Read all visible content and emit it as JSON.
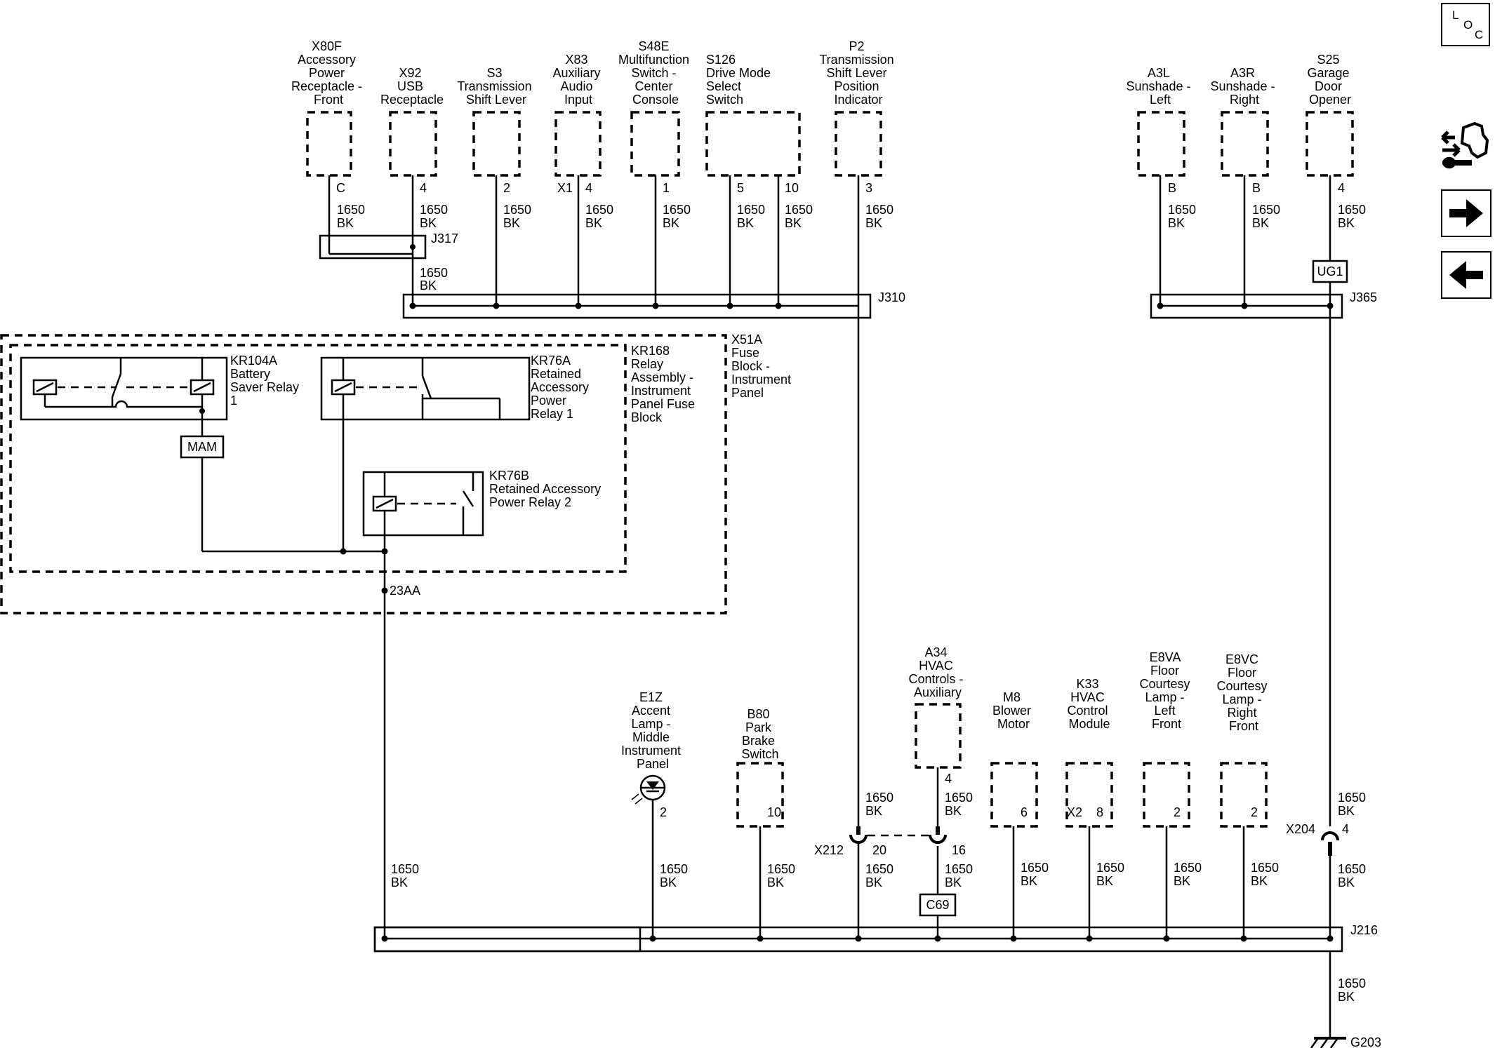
{
  "top_components": [
    {
      "id": "x80f",
      "lines": [
        "X80F",
        "Accessory",
        "Power",
        "Receptacle -",
        "Front"
      ],
      "pin": "C",
      "wire": [
        "1650",
        "BK"
      ]
    },
    {
      "id": "x92",
      "lines": [
        "X92",
        "USB",
        "Receptacle"
      ],
      "pin": "4",
      "wire": [
        "1650",
        "BK"
      ]
    },
    {
      "id": "s3",
      "lines": [
        "S3",
        "Transmission",
        "Shift Lever"
      ],
      "pin": "2",
      "wire": [
        "1650",
        "BK"
      ]
    },
    {
      "id": "x83",
      "lines": [
        "X83",
        "Auxiliary",
        "Audio",
        "Input"
      ],
      "conn": "X1",
      "pin": "4",
      "wire": [
        "1650",
        "BK"
      ]
    },
    {
      "id": "s48e",
      "lines": [
        "S48E",
        "Multifunction",
        "Switch -",
        "Center",
        "Console"
      ],
      "pin": "1",
      "wire": [
        "1650",
        "BK"
      ]
    },
    {
      "id": "s126",
      "lines": [
        "S126",
        "Drive Mode",
        "Select",
        "Switch"
      ],
      "pin": "5",
      "pin2": "10",
      "wire": [
        "1650",
        "BK"
      ],
      "wire2": [
        "1650",
        "BK"
      ]
    },
    {
      "id": "p2",
      "lines": [
        "P2",
        "Transmission",
        "Shift Lever",
        "Position",
        "Indicator"
      ],
      "pin": "3",
      "wire": [
        "1650",
        "BK"
      ]
    },
    {
      "id": "a3l",
      "lines": [
        "A3L",
        "Sunshade -",
        "Left"
      ],
      "pin": "B",
      "wire": [
        "1650",
        "BK"
      ]
    },
    {
      "id": "a3r",
      "lines": [
        "A3R",
        "Sunshade -",
        "Right"
      ],
      "pin": "B",
      "wire": [
        "1650",
        "BK"
      ]
    },
    {
      "id": "s25",
      "lines": [
        "S25",
        "Garage",
        "Door",
        "Opener"
      ],
      "pin": "4",
      "wire": [
        "1650",
        "BK"
      ]
    }
  ],
  "splices": {
    "j317": "J317",
    "j310": "J310",
    "j365": "J365",
    "j216": "J216"
  },
  "j317_out_wire": [
    "1650",
    "BK"
  ],
  "ug1": "UG1",
  "mam": "MAM",
  "c69": "C69",
  "fuse_block": {
    "lines": [
      "X51A",
      "Fuse",
      "Block -",
      "Instrument",
      "Panel"
    ]
  },
  "relay_assembly": {
    "lines": [
      "KR168",
      "Relay",
      "Assembly -",
      "Instrument",
      "Panel Fuse",
      "Block"
    ]
  },
  "relays": [
    {
      "id": "kr104a",
      "lines": [
        "KR104A",
        "Battery",
        "Saver Relay",
        "1"
      ]
    },
    {
      "id": "kr76a",
      "lines": [
        "KR76A",
        "Retained",
        "Accessory",
        "Power",
        "Relay 1"
      ]
    },
    {
      "id": "kr76b",
      "lines": [
        "KR76B",
        "Retained Accessory",
        "Power Relay 2"
      ]
    }
  ],
  "fuse_out": "23AA",
  "main_wire": [
    "1650",
    "BK"
  ],
  "bottom_components": [
    {
      "id": "e1z",
      "lines": [
        "E1Z",
        "Accent",
        "Lamp -",
        "Middle",
        "Instrument",
        "Panel"
      ],
      "pin": "2",
      "wire": [
        "1650",
        "BK"
      ]
    },
    {
      "id": "b80",
      "lines": [
        "B80",
        "Park",
        "Brake",
        "Switch"
      ],
      "pin": "10",
      "wire": [
        "1650",
        "BK"
      ]
    },
    {
      "id": "a34",
      "lines": [
        "A34",
        "HVAC",
        "Controls -",
        "Auxiliary"
      ],
      "pin": "4",
      "wire": [
        "1650",
        "BK"
      ],
      "wire_low": [
        "1650",
        "BK"
      ]
    },
    {
      "id": "m8",
      "lines": [
        "M8",
        "Blower",
        "Motor"
      ],
      "pin": "6",
      "wire": [
        "1650",
        "BK"
      ]
    },
    {
      "id": "k33",
      "lines": [
        "K33",
        "HVAC",
        "Control",
        "Module"
      ],
      "conn": "X2",
      "pin": "8",
      "wire": [
        "1650",
        "BK"
      ]
    },
    {
      "id": "e8va",
      "lines": [
        "E8VA",
        "Floor",
        "Courtesy",
        "Lamp -",
        "Left",
        "Front"
      ],
      "pin": "2",
      "wire": [
        "1650",
        "BK"
      ]
    },
    {
      "id": "e8vc",
      "lines": [
        "E8VC",
        "Floor",
        "Courtesy",
        "Lamp -",
        "Right",
        "Front"
      ],
      "pin": "2",
      "wire": [
        "1650",
        "BK"
      ]
    }
  ],
  "x212": {
    "label": "X212",
    "pin_a": "20",
    "pin_b": "16"
  },
  "p2_wire_low": [
    "1650",
    "BK"
  ],
  "p2_wire_bottom": [
    "1650",
    "BK"
  ],
  "x204": {
    "label": "X204",
    "pin": "4"
  },
  "s25_wire_mid": [
    "1650",
    "BK"
  ],
  "s25_wire_low": [
    "1650",
    "BK"
  ],
  "ground": {
    "label": "G203",
    "wire": [
      "1650",
      "BK"
    ]
  },
  "nav": {
    "loc_l": "L",
    "loc_o": "O",
    "loc_c": "C"
  }
}
